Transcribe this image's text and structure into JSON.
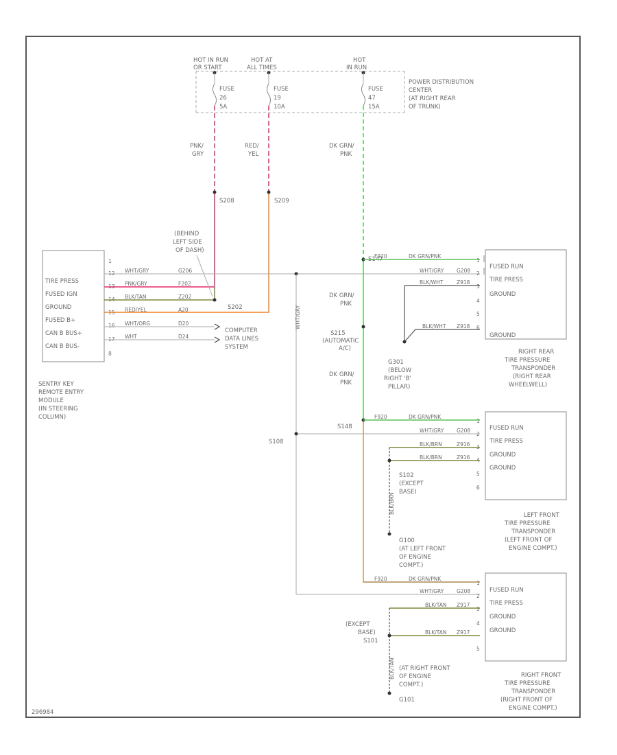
{
  "page_id": "296984",
  "power_center": {
    "hot_labels": [
      [
        "HOT IN RUN",
        "OR START"
      ],
      [
        "HOT AT",
        "ALL TIMES"
      ],
      [
        "HOT",
        "IN RUN"
      ]
    ],
    "fuses": [
      [
        "FUSE",
        "26",
        "5A"
      ],
      [
        "FUSE",
        "19",
        "10A"
      ],
      [
        "FUSE",
        "47",
        "15A"
      ]
    ],
    "label": [
      "POWER DISTRIBUTION",
      "CENTER",
      "(AT RIGHT REAR",
      "OF TRUNK)"
    ]
  },
  "wire_labels": {
    "pnk_gry": [
      "PNK/",
      "GRY"
    ],
    "red_yel": [
      "RED/",
      "YEL"
    ],
    "dk_grn_pnk_top": [
      "DK GRN/",
      "PNK"
    ],
    "dk_grn_pnk_mid": [
      "DK GRN/",
      "PNK"
    ],
    "dk_grn_pnk_low": [
      "DK GRN/",
      "PNK"
    ],
    "wht_gry_vertical": "WHT/GRY"
  },
  "splices": {
    "s208": "S208",
    "s209": "S209",
    "s202": "S202",
    "s147": "S147",
    "s215": "S215",
    "s215_note": [
      "(AUTOMATIC",
      "A/C)"
    ],
    "s148": "S148",
    "s108": "S108",
    "s202_note": [
      "(BEHIND",
      "LEFT SIDE",
      "OF DASH)"
    ]
  },
  "module": {
    "pins": [
      "1",
      "12",
      "13",
      "14",
      "15",
      "16",
      "17",
      "8"
    ],
    "pin_labels": [
      "TIRE PRESS",
      "FUSED IGN",
      "GROUND",
      "FUSED B+",
      "CAN B BUS+",
      "CAN B BUS-"
    ],
    "wire_colors": [
      "WHT/GRY",
      "PNK/GRY",
      "BLK/TAN",
      "RED/YEL",
      "WHT/ORG",
      "WHT"
    ],
    "circuits": [
      "G206",
      "F202",
      "Z202",
      "A20",
      "D20",
      "D24"
    ],
    "label": [
      "SENTRY KEY",
      "REMOTE ENTRY",
      "MODULE",
      "(IN STEERING",
      "COLUMN)"
    ],
    "computer_data": [
      "COMPUTER",
      "DATA LINES",
      "SYSTEM"
    ]
  },
  "transponders": {
    "right_rear": {
      "pins": [
        "1",
        "2",
        "3",
        "4",
        "5",
        "6"
      ],
      "labels": [
        "FUSED RUN",
        "TIRE PRESS",
        "GROUND",
        "",
        "",
        "GROUND"
      ],
      "wires": [
        "DK GRN/PNK",
        "WHT/GRY",
        "BLK/WHT",
        "BLK/WHT"
      ],
      "circuits": [
        "F920",
        "G208",
        "Z918",
        "Z918"
      ],
      "ground_label": [
        "G301",
        "(BELOW",
        "RIGHT 'B'",
        "PILLAR)"
      ],
      "name": [
        "RIGHT REAR",
        "TIRE PRESSURE",
        "TRANSPONDER",
        "(RIGHT REAR",
        "WHEELWELL)"
      ]
    },
    "left_front": {
      "pins": [
        "1",
        "2",
        "3",
        "4",
        "5",
        "6"
      ],
      "labels": [
        "FUSED RUN",
        "TIRE PRESS",
        "GROUND",
        "GROUND",
        "",
        ""
      ],
      "wires": [
        "DK GRN/PNK",
        "WHT/GRY",
        "BLK/BRN",
        "BLK/BRN"
      ],
      "circuits": [
        "F920",
        "G208",
        "Z916",
        "Z916"
      ],
      "splice_label": [
        "S102",
        "(EXCEPT",
        "BASE)"
      ],
      "ground_wire": "BLK/BRN",
      "ground_label": [
        "G100",
        "(AT LEFT FRONT",
        "OF ENGINE",
        "COMPT.)"
      ],
      "name": [
        "LEFT FRONT",
        "TIRE PRESSURE",
        "TRANSPONDER",
        "(LEFT FRONT OF",
        "ENGINE COMPT.)"
      ]
    },
    "right_front": {
      "pins": [
        "1",
        "2",
        "3",
        "4",
        "5"
      ],
      "labels": [
        "FUSED RUN",
        "TIRE PRESS",
        "GROUND",
        "GROUND",
        ""
      ],
      "wires": [
        "DK GRN/PNK",
        "WHT/GRY",
        "BLK/TAN",
        "BLK/TAN"
      ],
      "circuits": [
        "F920",
        "G208",
        "Z917",
        "Z917"
      ],
      "splice_label": [
        "(EXCEPT",
        "BASE)",
        "S101"
      ],
      "ground_wire": "BLK/TAN",
      "ground_label": [
        "(AT RIGHT FRONT",
        "OF ENGINE",
        "COMPT.)",
        "G101"
      ],
      "name": [
        "RIGHT FRONT",
        "TIRE PRESSURE",
        "TRANSPONDER",
        "(RIGHT FRONT OF",
        "ENGINE COMPT.)"
      ]
    }
  },
  "colors": {
    "pnk": "#ee5c8a",
    "orange": "#f5a35a",
    "green": "#59c25a",
    "olive": "#7a8a3a",
    "tan": "#b89a6a",
    "ground_dark": "#555555"
  }
}
